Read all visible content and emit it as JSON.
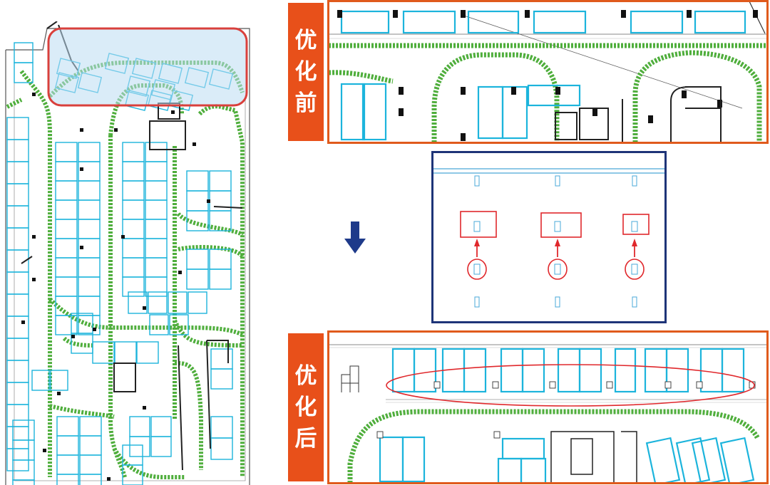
{
  "labels": {
    "before": [
      "优",
      "化",
      "前"
    ],
    "after": [
      "优",
      "化",
      "后"
    ]
  },
  "icons": {
    "transition": "down-arrow-icon",
    "highlight": "red-ellipse-highlight"
  },
  "colors": {
    "tag_background": "#e8501a",
    "tag_text": "#ffffff",
    "frame_orange": "#e05a1c",
    "frame_navy": "#1e3478",
    "parking_space": "#1cb4dc",
    "drive_lane": "#4fae3c",
    "highlight_red": "#e0282c",
    "highlight_fill": "#bcdcf2",
    "arrow_blue": "#1e3a8a",
    "column": "#111111"
  }
}
